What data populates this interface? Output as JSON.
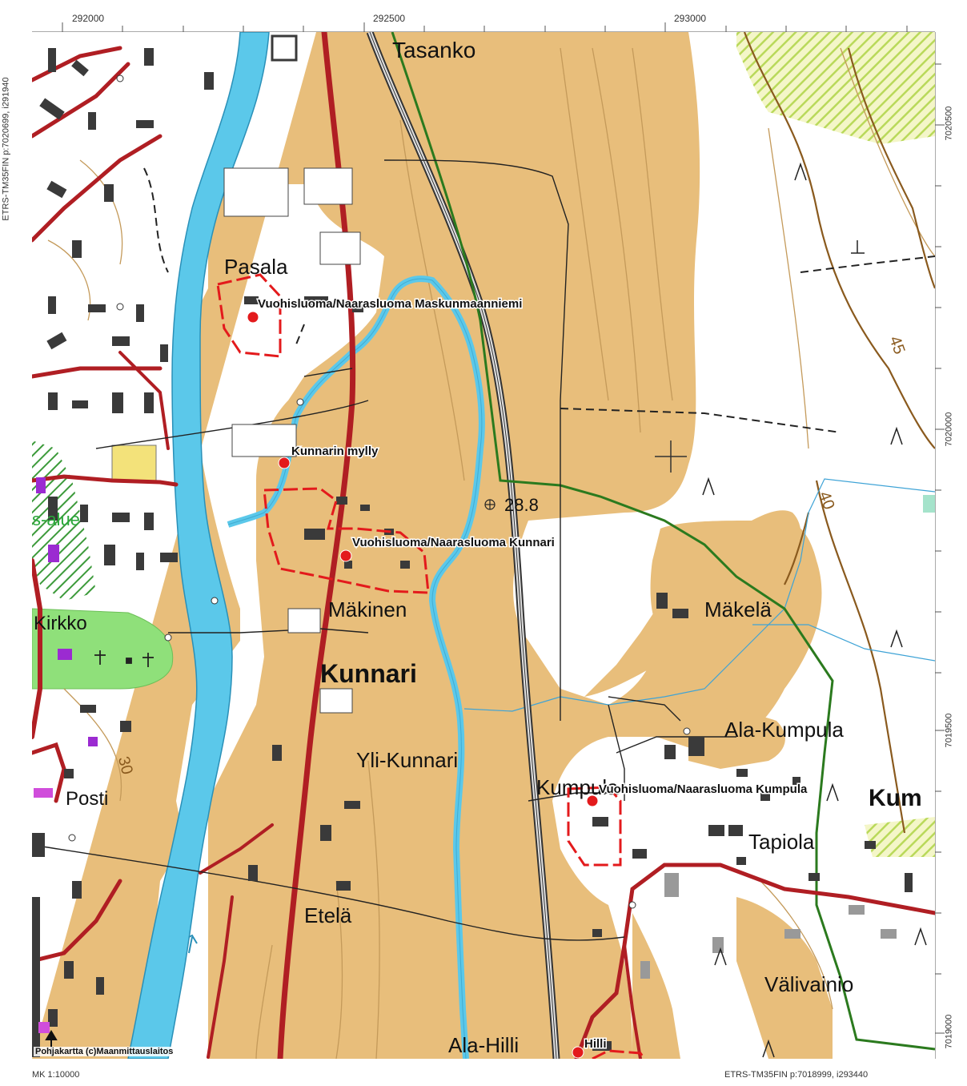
{
  "map": {
    "top_ticks": [
      "292000",
      "292500",
      "293000"
    ],
    "right_ticks": [
      "7020500",
      "7020000",
      "7019500",
      "7019000"
    ],
    "left_coord": "ETRS-TM35FIN p:7020699, i291940",
    "bottom_left": "MK 1:10000",
    "bottom_right": "ETRS-TM35FIN p:7018999, i293440",
    "credit": "Pohjakartta (c)Maanmittauslaitos",
    "places": {
      "tasanko": "Tasanko",
      "pasala": "Pasala",
      "makinen": "Mäkinen",
      "kunnari": "Kunnari",
      "yli_kunnari": "Yli-Kunnari",
      "etela": "Etelä",
      "ala_hilli": "Ala-Hilli",
      "makela": "Mäkelä",
      "ala_kumpula": "Ala-Kumpula",
      "kumpula": "Kumpula",
      "kum": "Kum",
      "tapiola": "Tapiola",
      "valivainio": "Välivainio",
      "kirkko": "Kirkko",
      "posti": "Posti",
      "s_alue": "s-alue"
    },
    "sites": {
      "maskunmaanniemi": "Vuohisluoma/Naarasluoma Maskunmaanniemi",
      "kunnarin_mylly": "Kunnarin mylly",
      "kunnari_site": "Vuohisluoma/Naarasluoma Kunnari",
      "kumpula_site": "Vuohisluoma/Naarasluoma Kumpula",
      "hilli": "Hilli"
    },
    "elevation": "28.8",
    "contours": {
      "c45": "45",
      "c40": "40",
      "c30": "30"
    },
    "colors": {
      "field": "#e8be7b",
      "water": "#5bc8ea",
      "road": "#b01e23",
      "boundary": "#2b7a1e",
      "contour": "#a0672a",
      "site": "#e31a1c",
      "building": "#3a3a3a",
      "park": "#8fe07a"
    }
  }
}
